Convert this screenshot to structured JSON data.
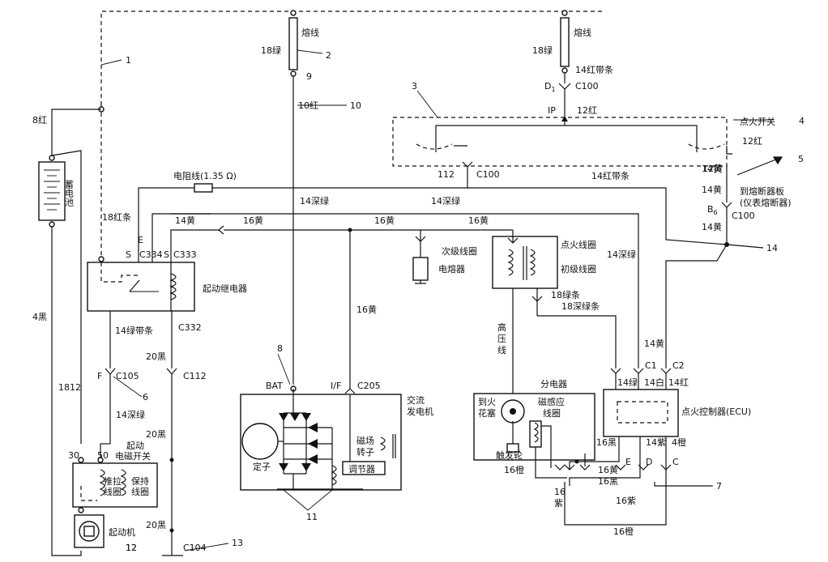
{
  "callouts": {
    "c1": "1",
    "c2": "2",
    "c3": "3",
    "c4": "4",
    "c5": "5",
    "c6": "6",
    "c7": "7",
    "c8": "8",
    "c9": "9",
    "c10": "10",
    "c11": "11",
    "c12": "12",
    "c13": "13",
    "c14": "14"
  },
  "fuses": {
    "label_left": "熔线",
    "label_right": "熔线",
    "wire_left": "18绿",
    "wire_right": "18绿"
  },
  "labels": {
    "red8": "8红",
    "black4": "4黑",
    "n1812": "1812",
    "battery": "蓄电池",
    "resistor": "电阻线(1.35 Ω)",
    "red18strip": "18红条",
    "dgreen14_a": "14深绿",
    "dgreen14_b": "14深绿",
    "dgreen14_c": "14深绿",
    "dgreen14_d": "14深绿",
    "yellow14_a": "14黄",
    "yellow14_b": "14黄",
    "yellow14_c": "14黄",
    "yellow14_d": "14黄",
    "yellow14_e": "14黄",
    "yellow16_a": "16黄",
    "yellow16_b": "16黄",
    "yellow16_c": "16黄",
    "yellow16_d": "16黄",
    "yellow16_e": "16黄",
    "red10": "10红",
    "redstrip14_a": "14红带条",
    "redstrip14_b": "14红带条",
    "red12_a": "12红",
    "red12_b": "12红",
    "ign_switch": "点火开关",
    "c100_a": "C100",
    "c100_b": "C100",
    "c100_c": "C100",
    "d1": "D",
    "d1_sub": "1",
    "ip": "IP",
    "n112": "112",
    "yellow12": "12黄",
    "to_fuse_board": "到熔断器板",
    "inst_fuse": "(仪表熔断器)",
    "b6": "B",
    "b6_sub": "6",
    "s_left": "S",
    "e_left": "E",
    "c334": "C334",
    "s_right": "S",
    "c333": "C333",
    "start_relay": "起动继电器",
    "greenstrip14": "14绿带条",
    "c332": "C332",
    "black20_a": "20黑",
    "black20_b": "20黑",
    "black20_c": "20黑",
    "f": "F",
    "c105": "C105",
    "c112": "C112",
    "n30": "30",
    "n50": "50",
    "start_sw1": "起动",
    "start_sw2": "电磁开关",
    "pull1": "推拉",
    "pull2": "线圈",
    "hold1": "保持",
    "hold2": "线圈",
    "starter": "起动机",
    "n12": "12",
    "c104": "C104",
    "bat": "BAT",
    "if": "I/F",
    "c205": "C205",
    "alt1": "交流",
    "alt2": "发电机",
    "field1": "磁场",
    "field2": "转子",
    "stator": "定子",
    "regulator": "调节器",
    "sec_coil": "次级线圈",
    "capacitor": "电熔器",
    "ign_coil": "点火线圈",
    "pri_coil": "初级线圈",
    "green18strip": "18绿条",
    "dgreen18strip": "18深绿条",
    "hv1": "高",
    "hv2": "压",
    "hv3": "线",
    "distributor": "分电器",
    "to_plug1": "到火",
    "to_plug2": "花塞",
    "pickup1": "磁感应",
    "pickup2": "线圈",
    "reluctor": "触发轮",
    "green14": "14绿",
    "white14": "14白",
    "red14": "14红",
    "conn_c1": "C1",
    "conn_c2": "C2",
    "ecu": "点火控制器(ECU)",
    "black16": "16黑",
    "purple14": "14紫",
    "orange4": "4橙",
    "pin_e": "E",
    "pin_d": "D",
    "pin_c": "C",
    "orange16_a": "16橙",
    "orange16_b": "16橙",
    "black16_b": "16黑",
    "purple16_a": "16",
    "purple16_b": "紫",
    "purple16_c": "16紫"
  }
}
